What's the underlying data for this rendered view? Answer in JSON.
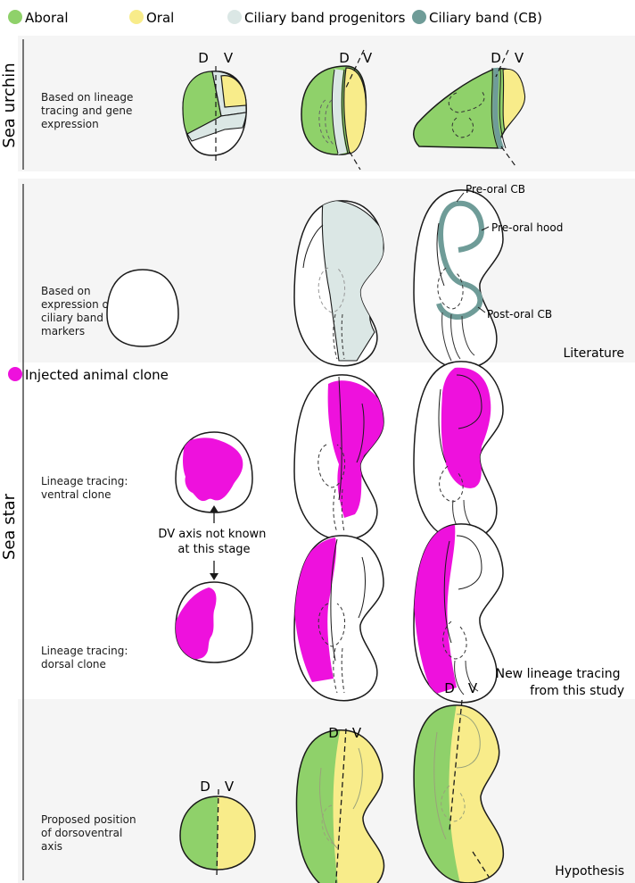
{
  "legend": {
    "aboral": "Aboral",
    "oral": "Oral",
    "ciliary_progenitors": "Ciliary band progenitors",
    "ciliary_band": "Ciliary band (CB)",
    "injected": "Injected animal clone"
  },
  "colors": {
    "aboral": "#8fd16a",
    "oral": "#f8ec8a",
    "progenitor": "#dbe7e5",
    "cb": "#6f9c98",
    "clone": "#ee11dd",
    "panel_bg": "#f5f5f5",
    "line": "#1a1a1a"
  },
  "side_labels": {
    "urchin": "Sea urchin",
    "star": "Sea star"
  },
  "rows": {
    "urchin": "Based on lineage tracing and gene expression",
    "literature": "Based on expression of ciliary band markers",
    "ventral": "Lineage tracing: ventral clone",
    "dorsal": "Lineage tracing: dorsal clone",
    "hypothesis": "Proposed position of dorsoventral axis"
  },
  "axis": {
    "d": "D",
    "v": "V"
  },
  "note": "DV axis not known at this stage",
  "callouts": {
    "preoral_cb": "Pre-oral CB",
    "preoral_hood": "Pre-oral hood",
    "postoral_cb": "Post-oral CB"
  },
  "tags": {
    "literature": "Literature",
    "new_study": "New lineage tracing from this study",
    "hypothesis": "Hypothesis"
  }
}
